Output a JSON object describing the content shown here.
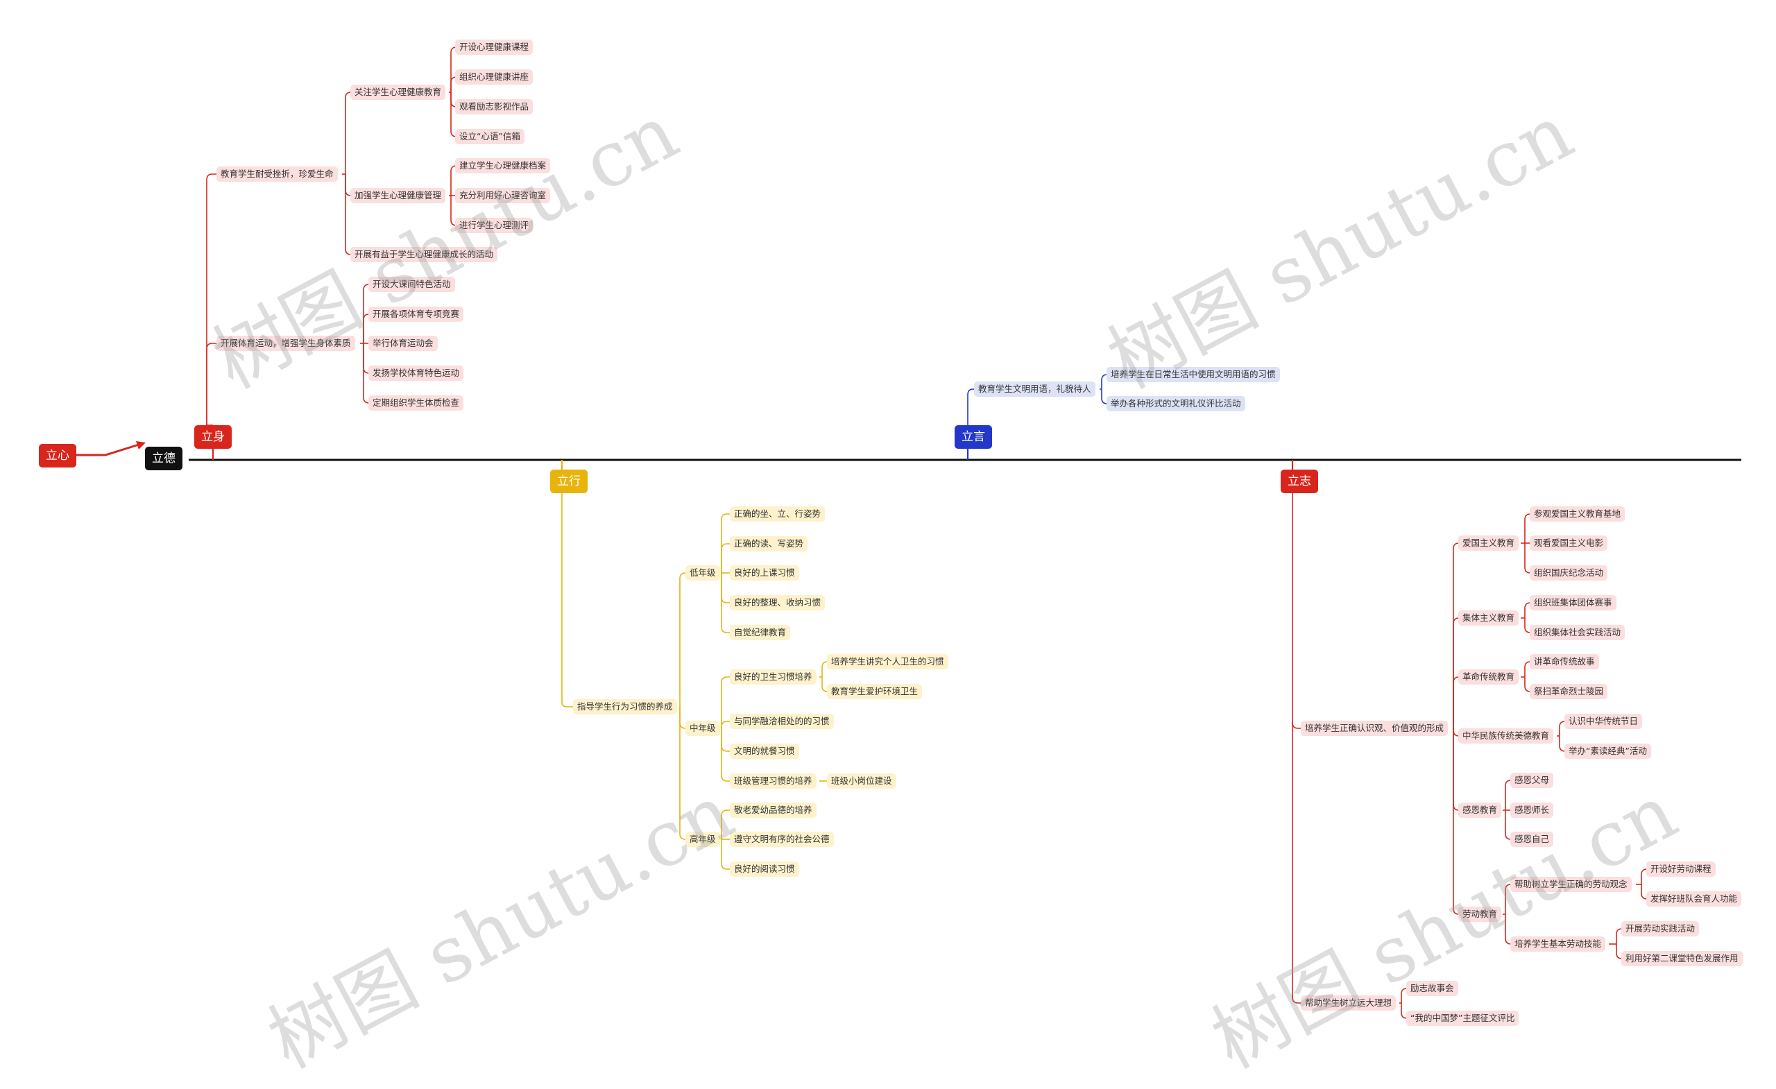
{
  "root": {
    "left": "立心",
    "main": "立德"
  },
  "watermark": "树图 shutu.cn",
  "colors": {
    "red": "#d8261c",
    "yellow": "#e7b40c",
    "blue": "#2338c9",
    "black": "#111111"
  },
  "branches": {
    "lishen": {
      "label": "立身",
      "children": [
        {
          "label": "教育学生耐受挫折，珍爱生命",
          "children": [
            {
              "label": "关注学生心理健康教育",
              "children": [
                "开设心理健康课程",
                "组织心理健康讲座",
                "观看励志影视作品",
                "设立“心语”信箱"
              ]
            },
            {
              "label": "加强学生心理健康管理",
              "children": [
                "建立学生心理健康档案",
                "充分利用好心理咨询室",
                "进行学生心理测评"
              ]
            },
            {
              "label": "开展有益于学生心理健康成长的活动"
            }
          ]
        },
        {
          "label": "开展体育运动，增强学生身体素质",
          "children": [
            "开设大课间特色活动",
            "开展各项体育专项竞赛",
            "举行体育运动会",
            "发扬学校体育特色运动",
            "定期组织学生体质检查"
          ]
        }
      ]
    },
    "lixing": {
      "label": "立行",
      "child": "指导学生行为习惯的养成",
      "grades": [
        {
          "label": "低年级",
          "items": [
            "正确的坐、立、行姿势",
            "正确的读、写姿势",
            "良好的上课习惯",
            "良好的整理、收纳习惯",
            "自觉纪律教育"
          ]
        },
        {
          "label": "中年级",
          "items": [
            {
              "label": "良好的卫生习惯培养",
              "children": [
                "培养学生讲究个人卫生的习惯",
                "教育学生爱护环境卫生"
              ]
            },
            {
              "label": "与同学融洽相处的的习惯"
            },
            {
              "label": "文明的就餐习惯"
            },
            {
              "label": "班级管理习惯的培养",
              "children": [
                "班级小岗位建设"
              ]
            }
          ]
        },
        {
          "label": "高年级",
          "items": [
            "敬老爱幼品德的培养",
            "遵守文明有序的社会公德",
            "良好的阅读习惯"
          ]
        }
      ]
    },
    "liyan": {
      "label": "立言",
      "child": "教育学生文明用语，礼貌待人",
      "items": [
        "培养学生在日常生活中使用文明用语的习惯",
        "举办各种形式的文明礼仪评比活动"
      ]
    },
    "lizhi": {
      "label": "立志",
      "children": [
        {
          "label": "培养学生正确认识观、价值观的形成",
          "children": [
            {
              "label": "爱国主义教育",
              "children": [
                "参观爱国主义教育基地",
                "观看爱国主义电影",
                "组织国庆纪念活动"
              ]
            },
            {
              "label": "集体主义教育",
              "children": [
                "组织班集体团体赛事",
                "组织集体社会实践活动"
              ]
            },
            {
              "label": "革命传统教育",
              "children": [
                "讲革命传统故事",
                "祭扫革命烈士陵园"
              ]
            },
            {
              "label": "中华民族传统美德教育",
              "children": [
                "认识中华传统节日",
                "举办“素读经典”活动"
              ]
            },
            {
              "label": "感恩教育",
              "children": [
                "感恩父母",
                "感恩师长",
                "感恩自己"
              ]
            },
            {
              "label": "劳动教育",
              "children": [
                {
                  "label": "帮助树立学生正确的劳动观念",
                  "children": [
                    "开设好劳动课程",
                    "发挥好班队会育人功能"
                  ]
                },
                {
                  "label": "培养学生基本劳动技能",
                  "children": [
                    "开展劳动实践活动",
                    "利用好第二课堂特色发展作用"
                  ]
                }
              ]
            }
          ]
        },
        {
          "label": "帮助学生树立远大理想",
          "children": [
            "励志故事会",
            "“我的中国梦”主题征文评比"
          ]
        }
      ]
    }
  }
}
